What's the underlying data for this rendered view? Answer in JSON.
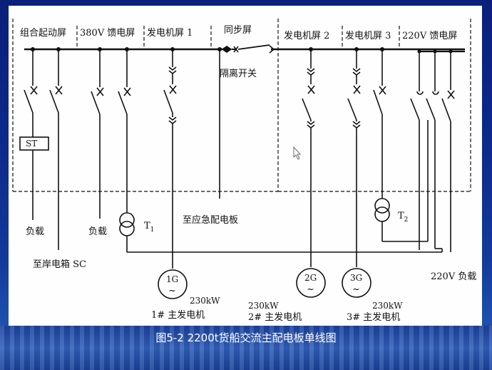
{
  "panels": [
    "组合起动屏",
    "380V 馈电屏",
    "发电机屏 1",
    "同步屏",
    "发电机屏 2",
    "发电机屏 3",
    "220V 馈电屏"
  ],
  "labels": {
    "st": "ST",
    "isolator": "隔离开关",
    "load1": "负载",
    "load2": "负载",
    "shore": "至岸电箱 SC",
    "emergency": "至应急配电板",
    "t1": "T",
    "t1_sub": "1",
    "t2": "T",
    "t2_sub": "2",
    "load220": "220V 负载"
  },
  "generators": [
    {
      "symbol": "1G",
      "wave": "~",
      "power": "230kW",
      "name": "1# 主发电机"
    },
    {
      "symbol": "2G",
      "wave": "~",
      "power": "230kW",
      "name": "2# 主发电机"
    },
    {
      "symbol": "3G",
      "wave": "~",
      "power": "230kW",
      "name": "3# 主发电机"
    }
  ],
  "caption": "图5-2  2200t货船交流主配电板单线图",
  "colors": {
    "background": "#0d2a8c",
    "panel": "#fefefe",
    "line": "#111111",
    "caption": "#ffffff"
  }
}
